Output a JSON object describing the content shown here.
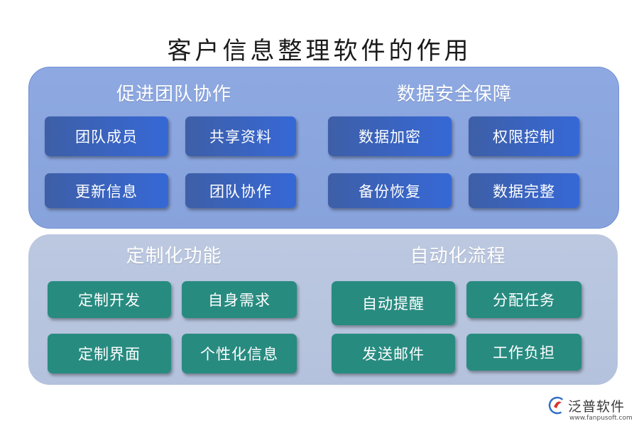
{
  "title": "客户信息整理软件的作用",
  "sections": [
    {
      "heading": "促进团队协作",
      "items": [
        "团队成员",
        "共享资料",
        "更新信息",
        "团队协作"
      ]
    },
    {
      "heading": "数据安全保障",
      "items": [
        "数据加密",
        "权限控制",
        "备份恢复",
        "数据完整"
      ]
    },
    {
      "heading": "定制化功能",
      "items": [
        "定制开发",
        "自身需求",
        "定制界面",
        "个性化信息"
      ]
    },
    {
      "heading": "自动化流程",
      "items": [
        "自动提醒",
        "分配任务",
        "发送邮件",
        "工作负担"
      ]
    }
  ],
  "logo": {
    "name": "泛普软件",
    "url": "www.fanpusoft.com",
    "icon": "fanpu-logo-icon"
  },
  "colors": {
    "top_panel": "#8ea9e2",
    "bottom_panel": "#bcc8e0",
    "blue_box": "#3668d6",
    "green_box": "#288b80",
    "logo_red": "#d9342b",
    "logo_blue": "#2f6fc6"
  }
}
